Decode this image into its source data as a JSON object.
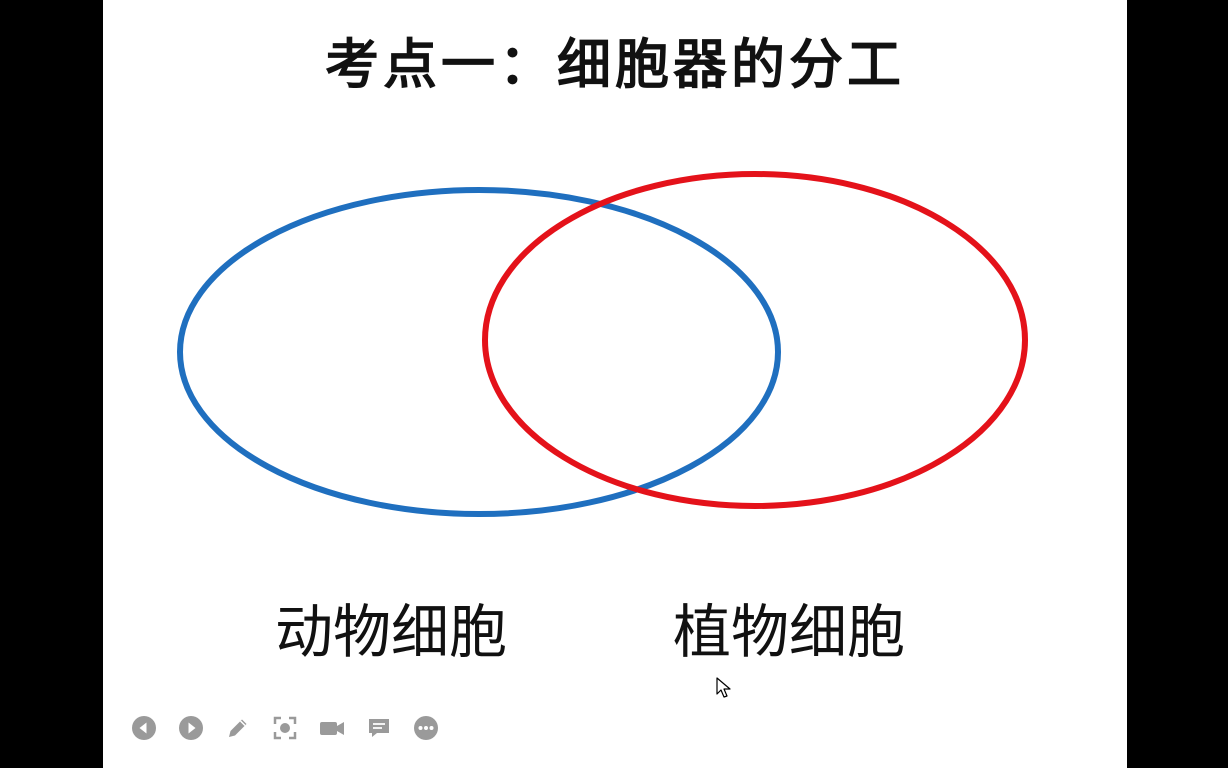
{
  "slide": {
    "title": "考点一：细胞器的分工",
    "labels": {
      "left": "动物细胞",
      "right": "植物细胞"
    }
  },
  "venn": {
    "left_color": "#1f6fbf",
    "right_color": "#e4121a"
  },
  "toolbar": {
    "icons": [
      "previous-icon",
      "next-icon",
      "pen-icon",
      "screenshot-icon",
      "video-camera-icon",
      "comment-icon",
      "more-icon"
    ],
    "icon_color": "#9a9a9a"
  }
}
